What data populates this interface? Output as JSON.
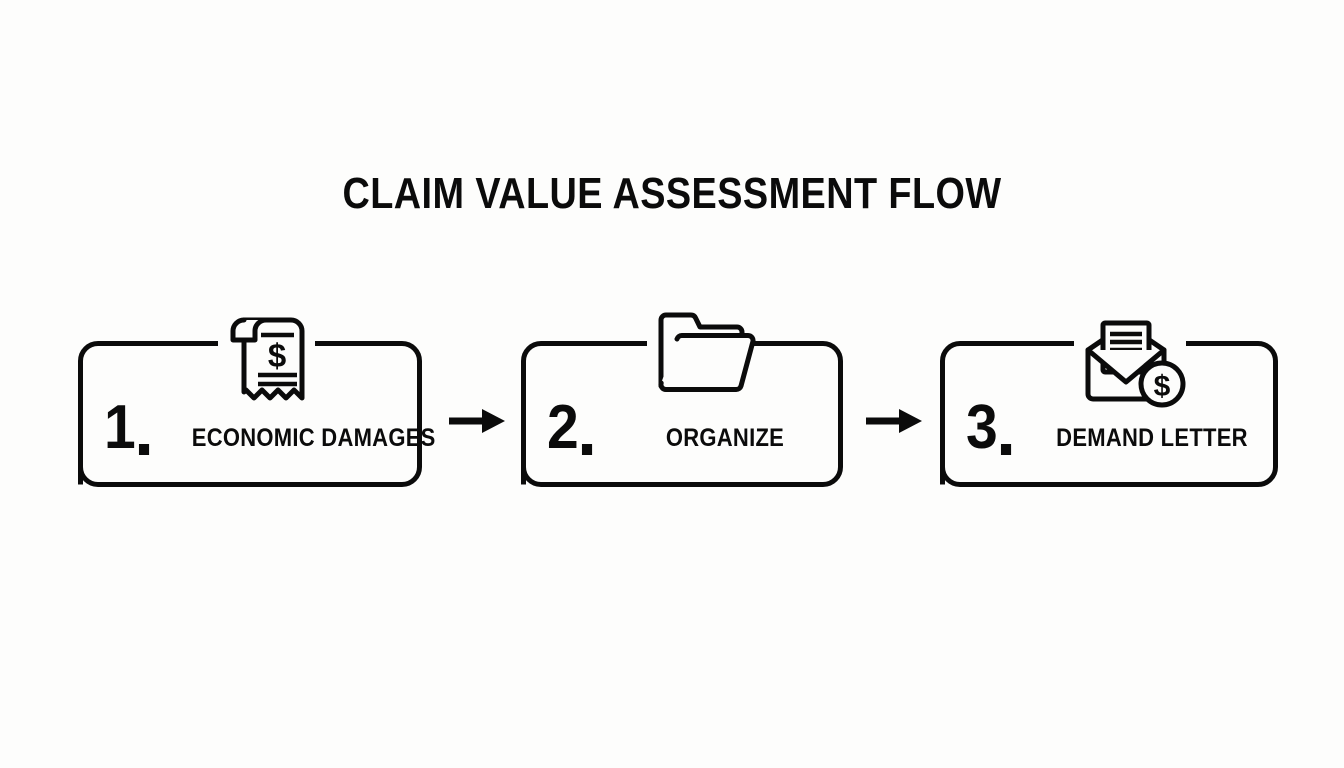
{
  "page": {
    "title": "CLAIM VALUE ASSESSMENT FLOW",
    "background_color": "#fdfdfc",
    "ink_color": "#0b0b0b"
  },
  "flow": {
    "steps": [
      {
        "number": "1.",
        "number_digit": "1",
        "label": "ECONOMIC DAMAGES",
        "icon": "receipt-dollar-icon"
      },
      {
        "number": "2.",
        "number_digit": "2",
        "label": "ORGANIZE",
        "icon": "open-folder-icon"
      },
      {
        "number": "3.",
        "number_digit": "3",
        "label": "DEMAND LETTER",
        "icon": "envelope-letter-dollar-icon"
      }
    ],
    "connectors": [
      {
        "icon": "arrow-right-icon"
      },
      {
        "icon": "arrow-right-icon"
      }
    ]
  }
}
